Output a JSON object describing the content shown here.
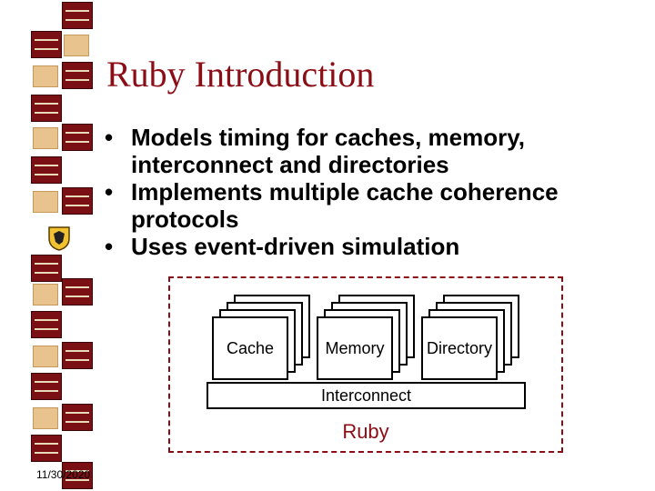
{
  "slide": {
    "title": "Ruby Introduction",
    "bullets": [
      "Models timing for caches, memory, interconnect and directories",
      "Implements multiple cache coherence protocols",
      "Uses event-driven simulation"
    ],
    "bullet_glyph": "•",
    "date": "11/30/2020"
  },
  "diagram": {
    "components": [
      "Cache",
      "Memory",
      "Directory"
    ],
    "interconnect_label": "Interconnect",
    "container_label": "Ruby"
  },
  "colors": {
    "title": "#8b0d16",
    "border_dashed": "#8b0d16",
    "book": "#7a0f14",
    "book_tan": "#e9c38e"
  },
  "icons": {
    "emblem": "crest-emblem-icon"
  }
}
